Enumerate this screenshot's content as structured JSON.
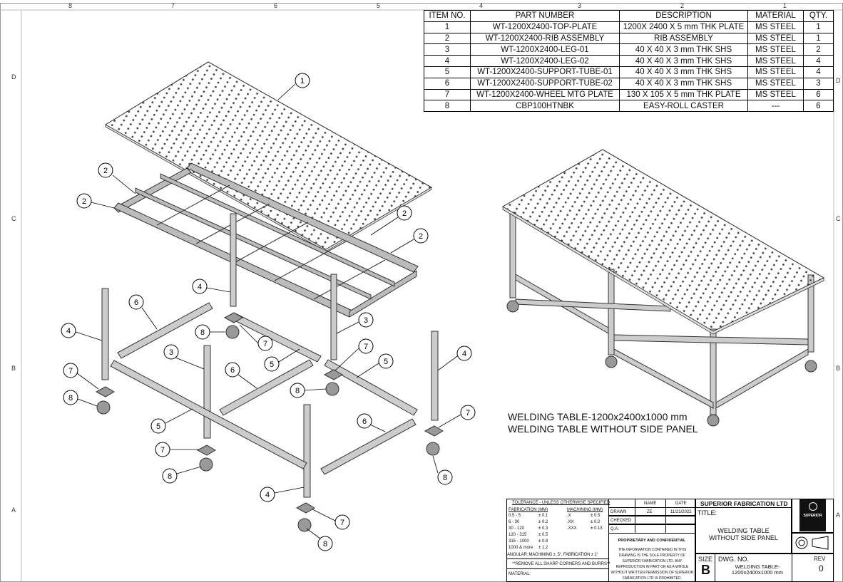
{
  "border": {
    "columns": [
      "8",
      "7",
      "6",
      "5",
      "4",
      "3",
      "2",
      "1"
    ],
    "rows": [
      "D",
      "C",
      "B",
      "A"
    ]
  },
  "bom": {
    "headers": [
      "ITEM NO.",
      "PART NUMBER",
      "DESCRIPTION",
      "MATERIAL",
      "QTY."
    ],
    "rows": [
      [
        "1",
        "WT-1200X2400-TOP-PLATE",
        "1200X 2400 X 5 mm THK PLATE",
        "MS STEEL",
        "1"
      ],
      [
        "2",
        "WT-1200X2400-RIB ASSEMBLY",
        "RIB ASSEMBLY",
        "MS STEEL",
        "1"
      ],
      [
        "3",
        "WT-1200X2400-LEG-01",
        "40 X 40 X 3 mm THK SHS",
        "MS STEEL",
        "2"
      ],
      [
        "4",
        "WT-1200X2400-LEG-02",
        "40 X 40 X 3 mm THK SHS",
        "MS STEEL",
        "4"
      ],
      [
        "5",
        "WT-1200X2400-SUPPORT-TUBE-01",
        "40 X 40 X 3 mm THK SHS",
        "MS STEEL",
        "4"
      ],
      [
        "6",
        "WT-1200X2400-SUPPORT-TUBE-02",
        "40 X 40 X 3 mm THK SHS",
        "MS STEEL",
        "3"
      ],
      [
        "7",
        "WT-1200X2400-WHEEL MTG PLATE",
        "130 X 105 X 5 mm THK PLATE",
        "MS STEEL",
        "6"
      ],
      [
        "8",
        "CBP100HTNBK",
        "EASY-ROLL CASTER",
        "---",
        "6"
      ]
    ]
  },
  "balloons": [
    "1",
    "2",
    "2",
    "2",
    "2",
    "4",
    "6",
    "3",
    "4",
    "8",
    "7",
    "7",
    "5",
    "3",
    "5",
    "6",
    "4",
    "7",
    "8",
    "8",
    "5",
    "6",
    "7",
    "7",
    "8",
    "8",
    "4",
    "7",
    "8"
  ],
  "caption": {
    "line1": "WELDING TABLE-1200x2400x1000 mm",
    "line2": "WELDING TABLE WITHOUT SIDE PANEL"
  },
  "title_block": {
    "tolerance_header": "TOLERANCE - UNLESS OTHERWISE SPECIFIED",
    "fabrication_header": "FABRICATION (MM)",
    "machining_header": "MACHINING (MM)",
    "fabrication": [
      [
        "0.5 - 5",
        "± 0.1"
      ],
      [
        "6 - 30",
        "± 0.2"
      ],
      [
        "30 - 120",
        "± 0.3"
      ],
      [
        "120 - 315",
        "± 0.5"
      ],
      [
        "315 - 1000",
        "± 0.8"
      ],
      [
        "1000 & more",
        "± 1.2"
      ]
    ],
    "machining": [
      [
        ".X",
        "± 0.5"
      ],
      [
        ".XX",
        "± 0.2"
      ],
      [
        ".XXX",
        "± 0.13"
      ]
    ],
    "angular": "ANGULAR: MACHINING ± .5°, FABRICATION ± 1°",
    "remove_note": "**REMOVE ALL SHARP CORNERS AND BURRS**",
    "material_label": "MATERIAL:",
    "name_header": "NAME",
    "date_header": "DATE",
    "drawn_label": "DRAWN",
    "drawn_name": "ZE",
    "drawn_date": "11/21/2022",
    "checked_label": "CHECKED",
    "qa_label": "Q.A.",
    "proprietary_header": "PROPRIETARY AND CONFIDENTIAL",
    "proprietary_text": "THE INFORMATION CONTAINED IN THIS DRAWING IS THE SOLE PROPERTY OF SUPERIOR FABRICATION LTD.  ANY REPRODUCTION IN PART OR AS A WHOLE WITHOUT WRITTEN PERMISSION OF SUPERIOR FABRICATION LTD IS PROHIBITED.",
    "company": "SUPERIOR FABRICATION LTD",
    "title_label": "TITLE:",
    "title": "WELDING TABLE WITHOUT SIDE PANEL",
    "logo_text": "SUPERIOR",
    "size_label": "SIZE",
    "size": "B",
    "dwg_no_label": "DWG.  NO.",
    "dwg_no": "WELDING TABLE- 1200x2400x1000 mm",
    "rev_label": "REV",
    "rev": "0"
  }
}
